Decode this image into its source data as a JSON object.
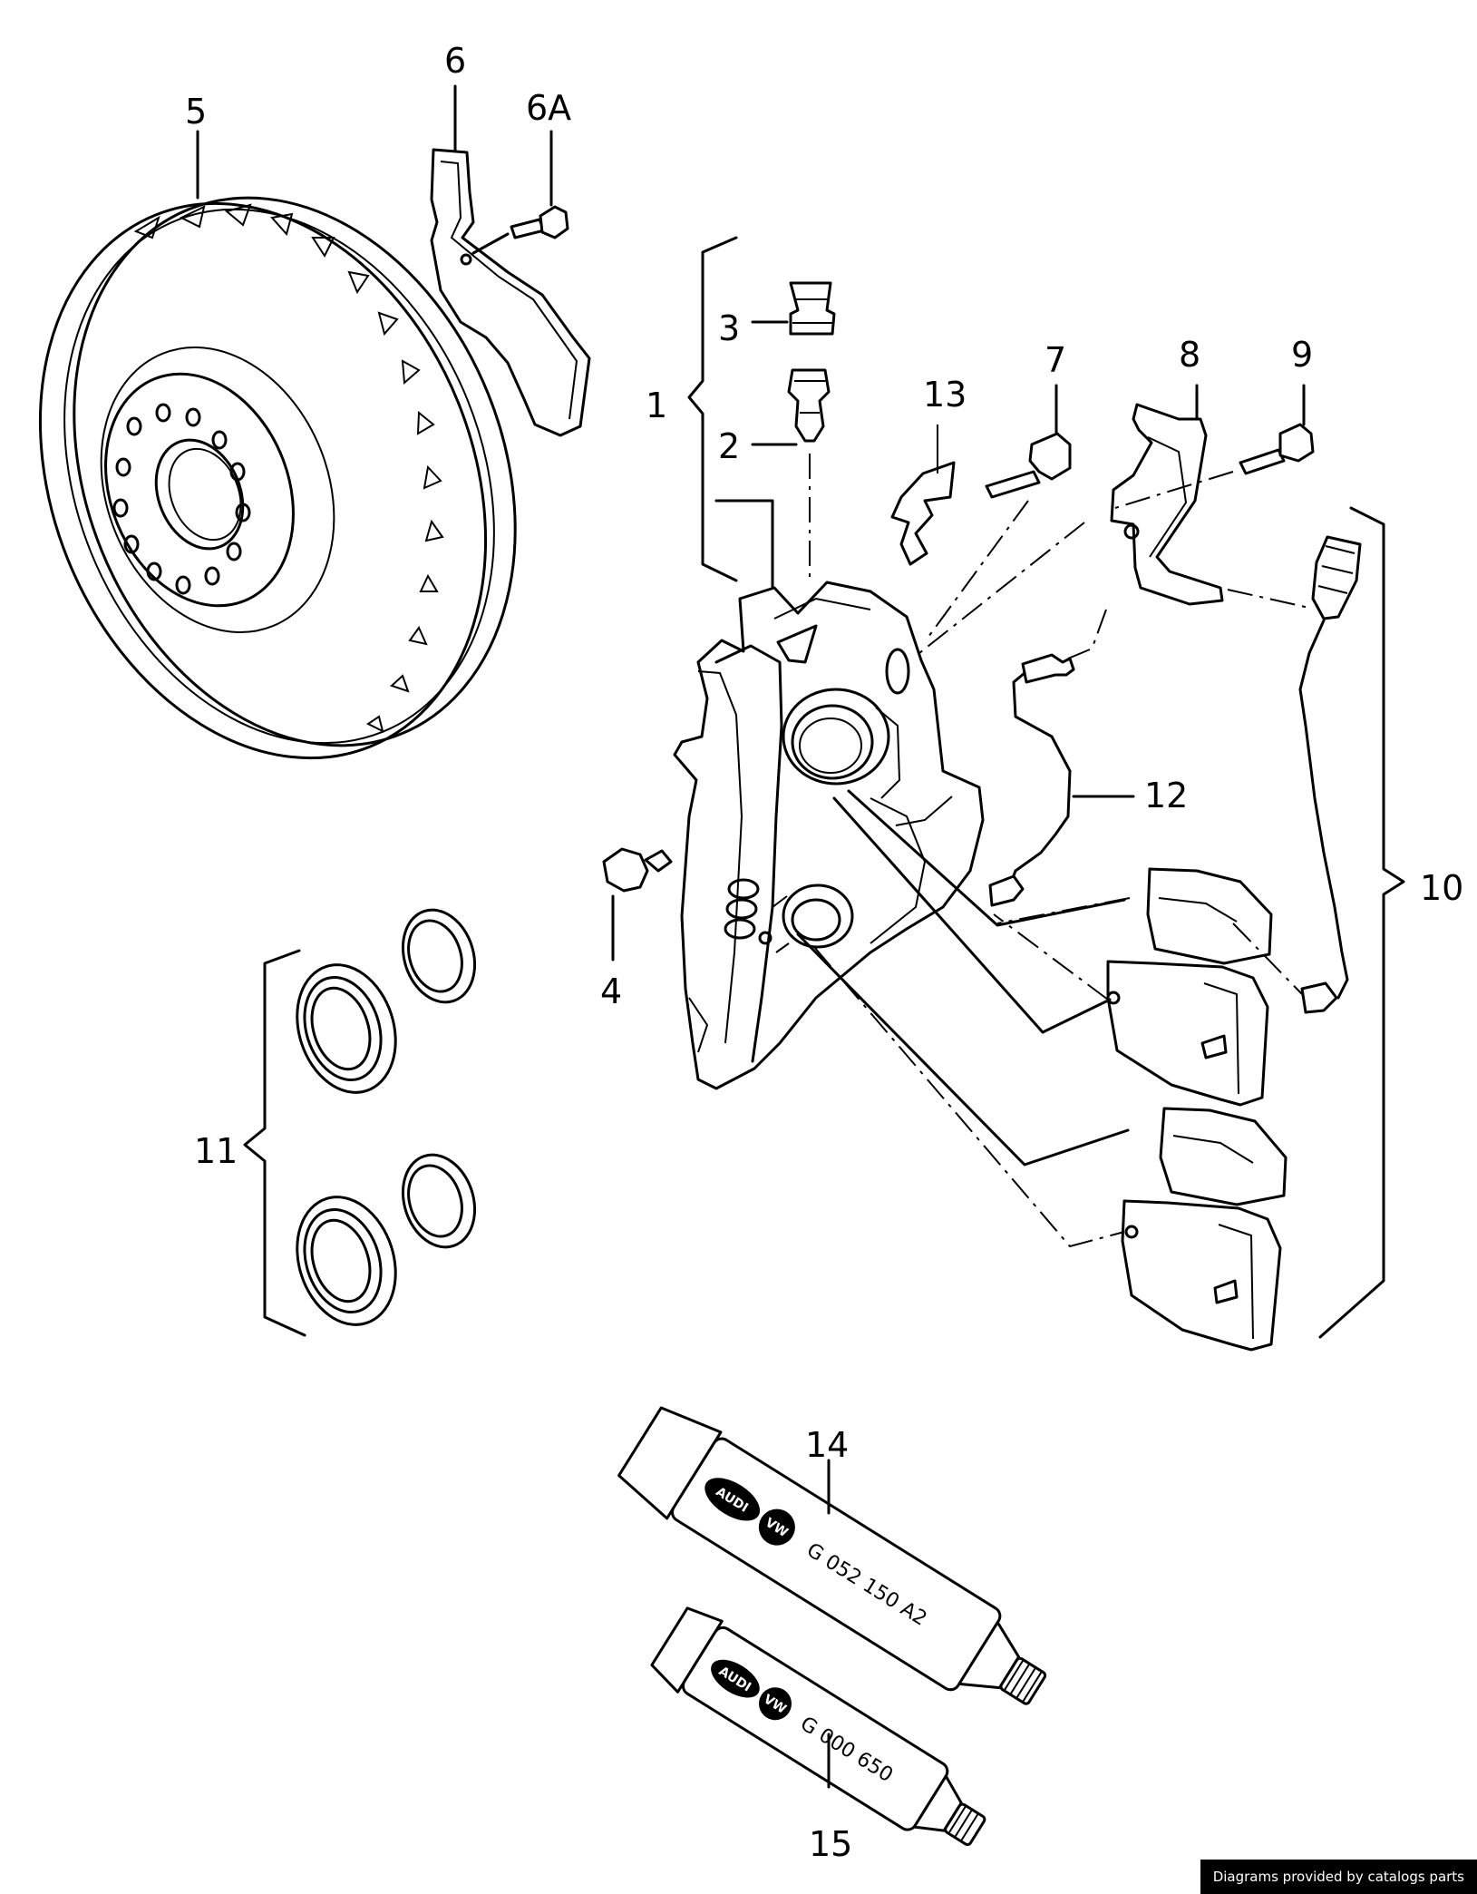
{
  "callouts": {
    "c1": "1",
    "c2": "2",
    "c3": "3",
    "c4": "4",
    "c5": "5",
    "c6": "6",
    "c6a": "6A",
    "c7": "7",
    "c8": "8",
    "c9": "9",
    "c10": "10",
    "c11": "11",
    "c12": "12",
    "c13": "13",
    "c14": "14",
    "c15": "15"
  },
  "tubes": {
    "tube14_code": "G 052 150 A2",
    "tube15_code": "G 000 650",
    "brand_a": "AUDI",
    "brand_b": "VW"
  },
  "watermark": "Diagrams provided by catalogs parts",
  "colors": {
    "line": "#000000",
    "background": "#ffffff"
  }
}
